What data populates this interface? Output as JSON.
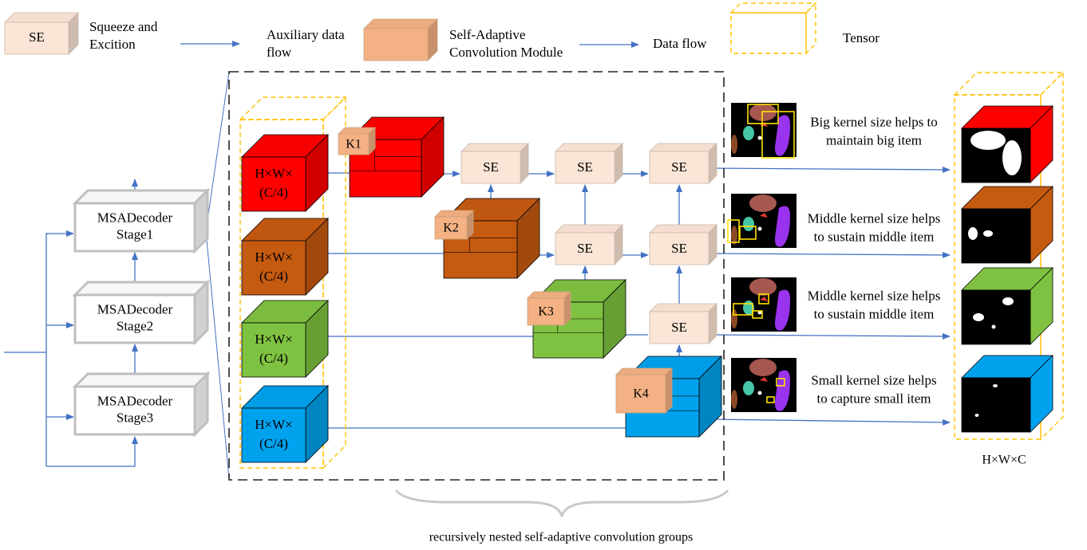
{
  "legend": {
    "se_box": "SE",
    "se_text": [
      "Squeeze and",
      "Excition"
    ],
    "aux_text": [
      "Auxiliary data",
      "flow"
    ],
    "sacm_text": [
      "Self-Adaptive",
      "Convolution Module"
    ],
    "dataflow_text": "Data flow",
    "tensor_text": "Tensor"
  },
  "decoder": {
    "stages": [
      [
        "MSADecoder",
        "Stage1"
      ],
      [
        "MSADecoder",
        "Stage2"
      ],
      [
        "MSADecoder",
        "Stage3"
      ]
    ]
  },
  "tensors": [
    {
      "label": [
        "H×W×",
        "(C/4)"
      ],
      "color": "#ff0000"
    },
    {
      "label": [
        "H×W×",
        "(C/4)"
      ],
      "color": "#c55a11"
    },
    {
      "label": [
        "H×W×",
        "(C/4)"
      ],
      "color": "#7fc241"
    },
    {
      "label": [
        "H×W×",
        "(C/4)"
      ],
      "color": "#00a2ee"
    }
  ],
  "kernels": [
    "K1",
    "K2",
    "K3",
    "K4"
  ],
  "se_label": "SE",
  "annotations": [
    [
      "Big kernel size helps to",
      "maintain big item"
    ],
    [
      "Middle kernel size helps",
      "to sustain middle item"
    ],
    [
      "Middle kernel size helps",
      "to sustain middle item"
    ],
    [
      "Small kernel size helps",
      "to capture small item"
    ]
  ],
  "output_label": "H×W×C",
  "group_caption": "recursively nested self-adaptive convolution groups",
  "colors": {
    "se_fill": "#fbe5d6",
    "kernel_fill": "#f4b183",
    "arrow": "#4472c4",
    "tensor_dash": "#ffc000",
    "stage_border": "#bfbfbf",
    "organ_purple": "#9933ee"
  }
}
